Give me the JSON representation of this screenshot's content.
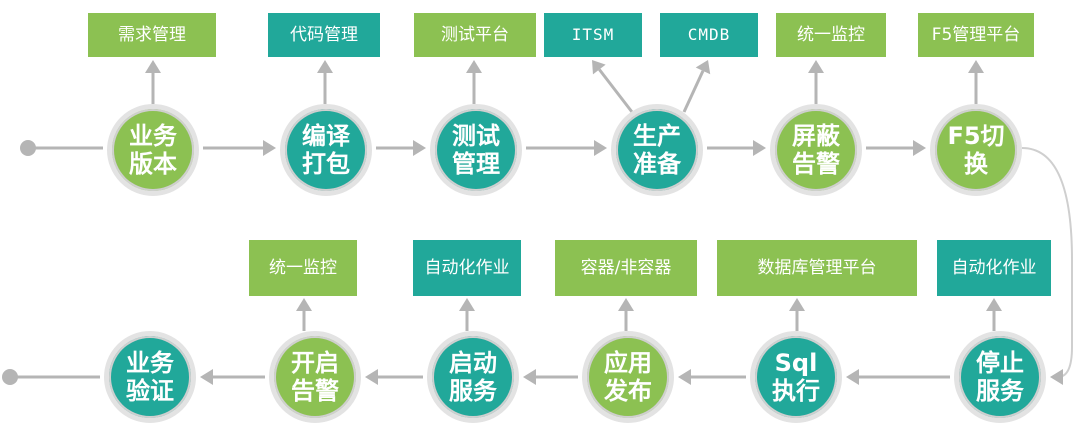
{
  "colors": {
    "light_green": "#8cc152",
    "teal": "#21a89a",
    "arrow": "#b5b5b5"
  },
  "top_row": {
    "nodes": [
      {
        "id": "biz-version",
        "text": "业务\n版本",
        "color": "light_green"
      },
      {
        "id": "compile-package",
        "text": "编译\n打包",
        "color": "teal"
      },
      {
        "id": "test-manage",
        "text": "测试\n管理",
        "color": "teal"
      },
      {
        "id": "prod-prepare",
        "text": "生产\n准备",
        "color": "teal"
      },
      {
        "id": "mask-alert",
        "text": "屏蔽\n告警",
        "color": "light_green"
      },
      {
        "id": "f5-switch",
        "text": "F5切\n换",
        "color": "light_green"
      }
    ],
    "labels": [
      {
        "id": "req-mgmt",
        "text": "需求管理",
        "color": "light_green"
      },
      {
        "id": "code-mgmt",
        "text": "代码管理",
        "color": "teal"
      },
      {
        "id": "test-platform",
        "text": "测试平台",
        "color": "light_green"
      },
      {
        "id": "itsm",
        "text": "ITSM",
        "color": "teal"
      },
      {
        "id": "cmdb",
        "text": "CMDB",
        "color": "teal"
      },
      {
        "id": "unified-monitor-top",
        "text": "统一监控",
        "color": "light_green"
      },
      {
        "id": "f5-mgmt",
        "text": "F5管理平台",
        "color": "light_green"
      }
    ]
  },
  "bottom_row": {
    "nodes": [
      {
        "id": "stop-service",
        "text": "停止\n服务",
        "color": "teal"
      },
      {
        "id": "sql-exec",
        "text": "Sql\n执行",
        "color": "teal"
      },
      {
        "id": "app-release",
        "text": "应用\n发布",
        "color": "light_green"
      },
      {
        "id": "start-service",
        "text": "启动\n服务",
        "color": "teal"
      },
      {
        "id": "enable-alert",
        "text": "开启\n告警",
        "color": "light_green"
      },
      {
        "id": "biz-verify",
        "text": "业务\n验证",
        "color": "teal"
      }
    ],
    "labels": [
      {
        "id": "auto-job-right",
        "text": "自动化作业",
        "color": "teal"
      },
      {
        "id": "db-platform",
        "text": "数据库管理平台",
        "color": "light_green"
      },
      {
        "id": "container",
        "text": "容器/非容器",
        "color": "light_green"
      },
      {
        "id": "auto-job-left",
        "text": "自动化作业",
        "color": "teal"
      },
      {
        "id": "unified-monitor-bottom",
        "text": "统一监控",
        "color": "light_green"
      }
    ]
  }
}
